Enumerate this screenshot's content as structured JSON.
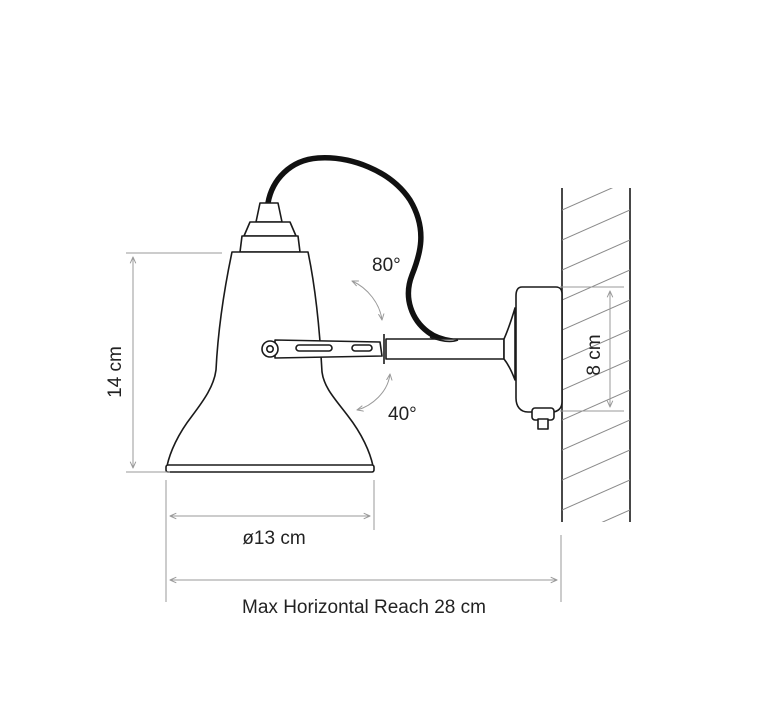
{
  "labels": {
    "angle_up": "80°",
    "angle_down": "40°",
    "height": "14 cm",
    "base_height": "8 cm",
    "diameter": "ø13 cm",
    "reach": "Max Horizontal Reach 28 cm"
  }
}
